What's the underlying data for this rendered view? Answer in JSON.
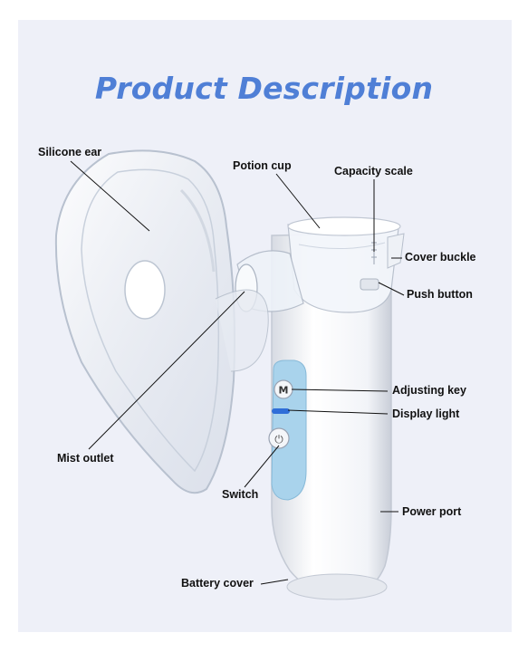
{
  "title": "Product Description",
  "labels": {
    "silicone_ear": "Silicone ear",
    "potion_cup": "Potion cup",
    "capacity_scale": "Capacity scale",
    "cover_buckle": "Cover buckle",
    "push_button": "Push button",
    "adjusting_key": "Adjusting key",
    "display_light": "Display light",
    "mist_outlet": "Mist outlet",
    "switch": "Switch",
    "power_port": "Power port",
    "battery_cover": "Battery cover"
  },
  "device": {
    "mode_key_glyph": "M",
    "power_key_glyph": "⏻"
  },
  "colors": {
    "title": "#4f7fd6",
    "background": "#eef0f8",
    "panel": "#a9d3ec",
    "display_light": "#2f6ed8"
  }
}
